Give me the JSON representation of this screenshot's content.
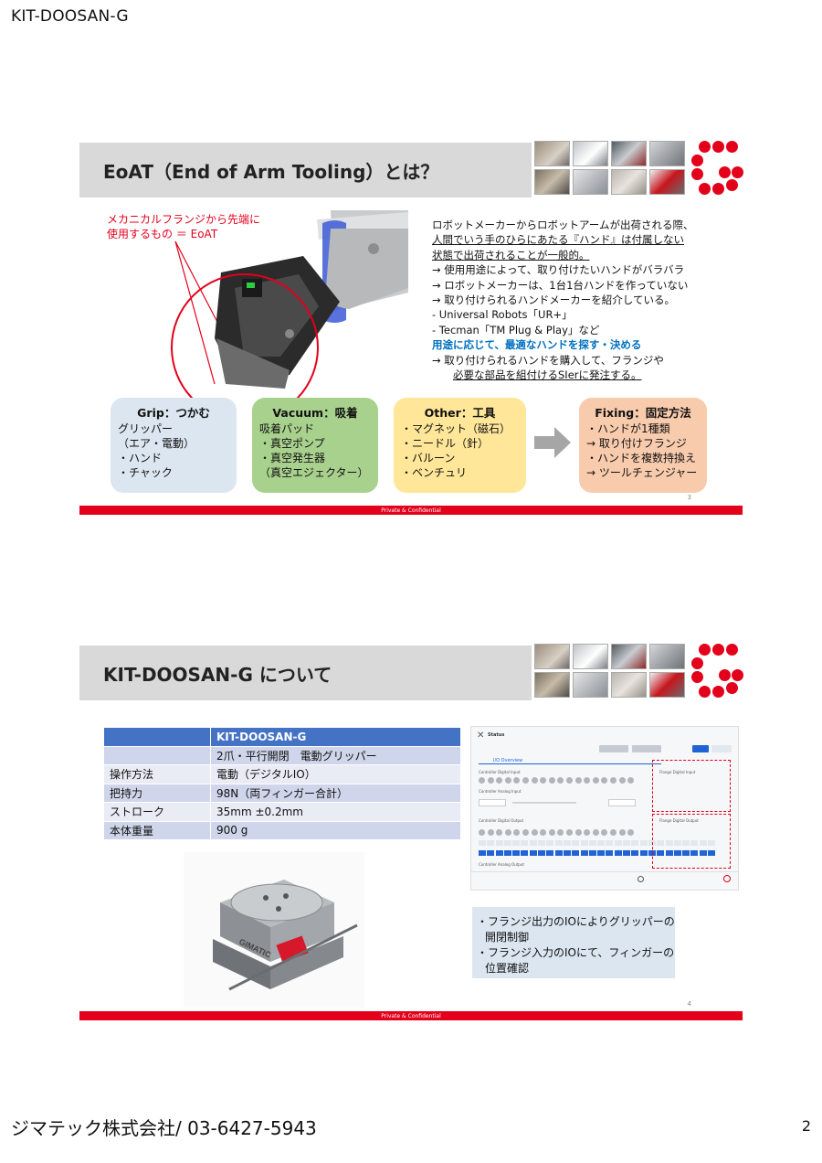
{
  "document": {
    "header": "KIT-DOOSAN-G",
    "footer": "ジマテック株式会社/ 03-6427-5943",
    "page_number": "2"
  },
  "colors": {
    "brand_red": "#e3001b",
    "table_header": "#4472c4",
    "accent_blue": "#0070c0"
  },
  "slide1": {
    "title": "EoAT（End of Arm Tooling）とは？",
    "callout": [
      "メカニカルフランジから先端に",
      "使用するもの ＝ EoAT"
    ],
    "description": [
      "ロボットメーカーからロボットアームが出荷される際、",
      "人間でいう手のひらにあたる『ハンド』は付属しない",
      "状態で出荷されることが一般的。",
      "→  使用用途によって、取り付けたいハンドがバラバラ",
      "→  ロボットメーカーは、1台1台ハンドを作っていない",
      "    →  取り付けられるハンドメーカーを紹介している。",
      "          - Universal Robots「UR+」",
      "          - Tecman「TM Plug & Play」など",
      "用途に応じて、最適なハンドを探す・決める",
      "→  取り付けられるハンドを購入して、フランジや",
      "必要な部品を組付けるSIerに発注する。"
    ],
    "categories": {
      "grip": {
        "title": "Grip：つかむ",
        "items": [
          "グリッパー",
          "（エア・電動）",
          "・ハンド",
          "・チャック"
        ]
      },
      "vacuum": {
        "title": "Vacuum：吸着",
        "items": [
          "吸着パッド",
          "・真空ポンプ",
          "・真空発生器",
          "（真空エジェクター）"
        ]
      },
      "other": {
        "title": "Other：工具",
        "items": [
          "・マグネット（磁石）",
          "・ニードル（針）",
          "・バルーン",
          "・ベンチュリ"
        ]
      },
      "fixing": {
        "title": "Fixing：固定方法",
        "items": [
          "・ハンドが1種類",
          "→  取り付けフランジ",
          "・ハンドを複数持換え",
          "→  ツールチェンジャー"
        ]
      }
    },
    "confidential": "Private & Confidential",
    "slide_number": "3"
  },
  "slide2": {
    "title": "KIT-DOOSAN-G について",
    "table": {
      "header": [
        "",
        "KIT-DOOSAN-G"
      ],
      "rows": [
        [
          "",
          "2爪・平行開閉　電動グリッパー"
        ],
        [
          "操作方法",
          "電動（デジタルIO）"
        ],
        [
          "把持力",
          "98N（両フィンガー合計）"
        ],
        [
          "ストローク",
          "35mm ±0.2mm"
        ],
        [
          "本体重量",
          "900 g"
        ]
      ]
    },
    "screen": {
      "title": "Status",
      "tab": "I/O Overview",
      "labels": [
        "Controller Digital Input",
        "Controller Analog Input",
        "Controller Digital Output",
        "Controller Analog Output",
        "Flange Digital Input",
        "Flange Digital Output"
      ]
    },
    "notes": [
      "・フランジ出力のIOによりグリッパーの",
      "開閉制御",
      "・フランジ入力のIOにて、フィンガーの",
      "位置確認"
    ],
    "confidential": "Private & Confidential",
    "slide_number": "4"
  }
}
